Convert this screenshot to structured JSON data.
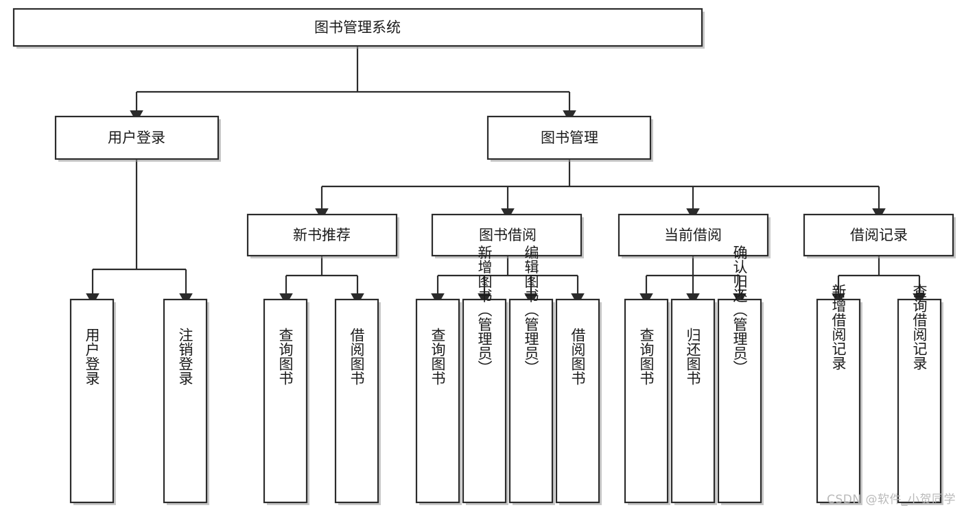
{
  "diagram": {
    "type": "tree-hierarchy",
    "title": "图书管理系统",
    "watermark": "CSDN @软件_小贺同学",
    "colors": {
      "stroke": "#2b2b2b",
      "fill": "#ffffff",
      "text": "#1a1a1a",
      "shadow": "#9a9a9a",
      "watermark": "#b9b9b9",
      "background": "#ffffff"
    },
    "levels": {
      "level0": [
        {
          "id": "root",
          "label": "图书管理系统"
        }
      ],
      "level1": [
        {
          "id": "user-login",
          "label": "用户登录"
        },
        {
          "id": "book-manage",
          "label": "图书管理"
        }
      ],
      "level2": [
        {
          "id": "new-book-recommend",
          "label": "新书推荐"
        },
        {
          "id": "book-borrow",
          "label": "图书借阅"
        },
        {
          "id": "current-borrow",
          "label": "当前借阅"
        },
        {
          "id": "borrow-record",
          "label": "借阅记录"
        }
      ],
      "level3": [
        {
          "id": "leaf-user-login",
          "label": "用户登录",
          "parent": "user-login"
        },
        {
          "id": "leaf-logout-login",
          "label": "注销登录",
          "parent": "user-login"
        },
        {
          "id": "leaf-query-book-1",
          "label": "查询图书",
          "parent": "new-book-recommend"
        },
        {
          "id": "leaf-borrow-book-1",
          "label": "借阅图书",
          "parent": "new-book-recommend"
        },
        {
          "id": "leaf-query-book-2",
          "label": "查询图书",
          "parent": "book-borrow"
        },
        {
          "id": "leaf-add-book",
          "label": "新增图书（管理员）",
          "parent": "book-borrow"
        },
        {
          "id": "leaf-edit-book",
          "label": "编辑图书（管理员）",
          "parent": "book-borrow"
        },
        {
          "id": "leaf-borrow-book-2",
          "label": "借阅图书",
          "parent": "book-borrow"
        },
        {
          "id": "leaf-query-book-3",
          "label": "查询图书",
          "parent": "current-borrow"
        },
        {
          "id": "leaf-return-book",
          "label": "归还图书",
          "parent": "current-borrow"
        },
        {
          "id": "leaf-confirm-return",
          "label": "确认归还（管理员）",
          "parent": "current-borrow"
        },
        {
          "id": "leaf-add-record",
          "label": "新增借阅记录",
          "parent": "borrow-record"
        },
        {
          "id": "leaf-query-record",
          "label": "查询借阅记录",
          "parent": "borrow-record"
        }
      ]
    }
  }
}
